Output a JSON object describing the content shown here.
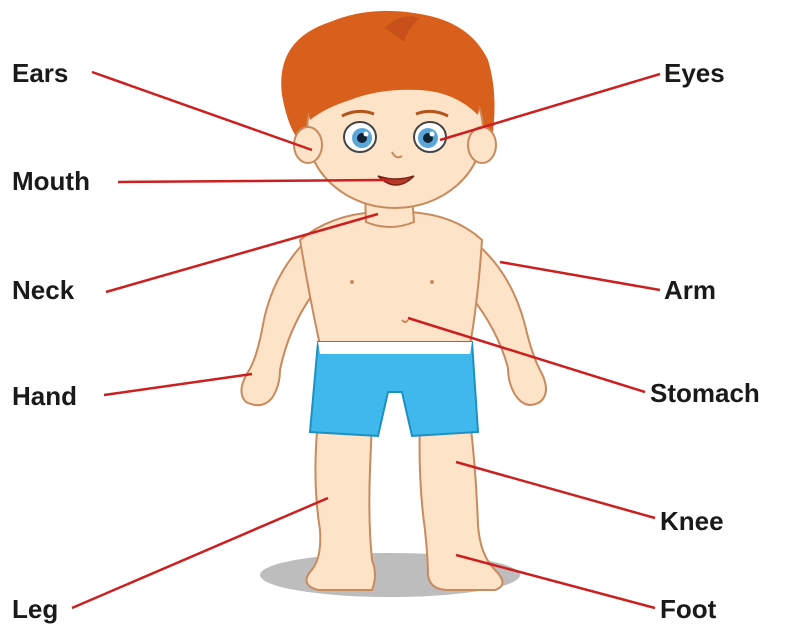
{
  "labels": {
    "ears": "Ears",
    "eyes": "Eyes",
    "mouth": "Mouth",
    "neck": "Neck",
    "arm": "Arm",
    "hand": "Hand",
    "stomach": "Stomach",
    "knee": "Knee",
    "leg": "Leg",
    "foot": "Foot"
  },
  "colors": {
    "pointer_line": "#cc1f1f",
    "skin": "#fde3c8",
    "skin_outline": "#c98a5e",
    "hair": "#d9601c",
    "shorts": "#3fb9ec",
    "eyes": "#5aa6d8",
    "shadow": "#bdbdbd"
  }
}
